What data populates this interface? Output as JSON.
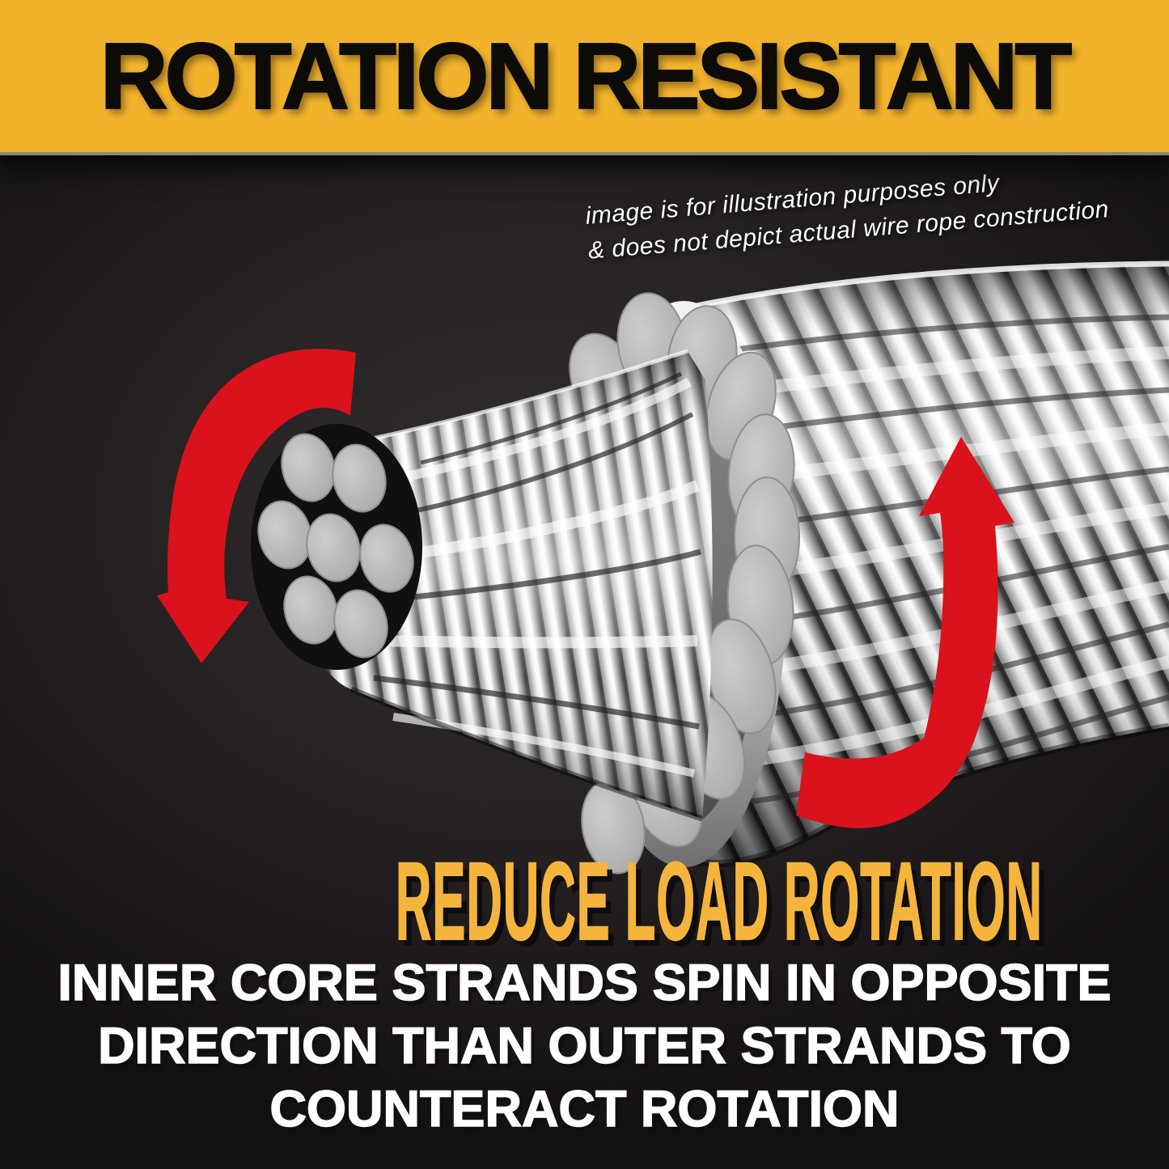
{
  "banner": {
    "title": "ROTATION RESISTANT"
  },
  "disclaimer": {
    "line1": "image is for illustration purposes only",
    "line2": "& does not depict actual wire rope construction"
  },
  "headline": {
    "text": "REDUCE LOAD ROTATION"
  },
  "description": {
    "lines": [
      "INNER CORE STRANDS SPIN IN OPPOSITE",
      "DIRECTION THAN OUTER STRANDS TO",
      "COUNTERACT ROTATION"
    ]
  },
  "icons": [
    {
      "name": "rotation-arrow-left-icon",
      "meaning": "inner core spin direction (downward counter-rotation arrow)"
    },
    {
      "name": "rotation-arrow-right-icon",
      "meaning": "outer strand spin direction (upward rotation arrow)"
    }
  ],
  "colors": {
    "banner_bg": "#F2B32C",
    "banner_text": "#0D0B08",
    "headline_yellow": "#F5B53D",
    "body_text_white": "#FFFFFF",
    "arrow_red": "#D9121B",
    "background_mid": "#2C2829",
    "background_dark": "#151112",
    "rope_light": "#F2F2F2",
    "rope_mid": "#ABABAB",
    "rope_dark": "#3F3F3F",
    "cut_end_gray": "#B4B4B4"
  }
}
